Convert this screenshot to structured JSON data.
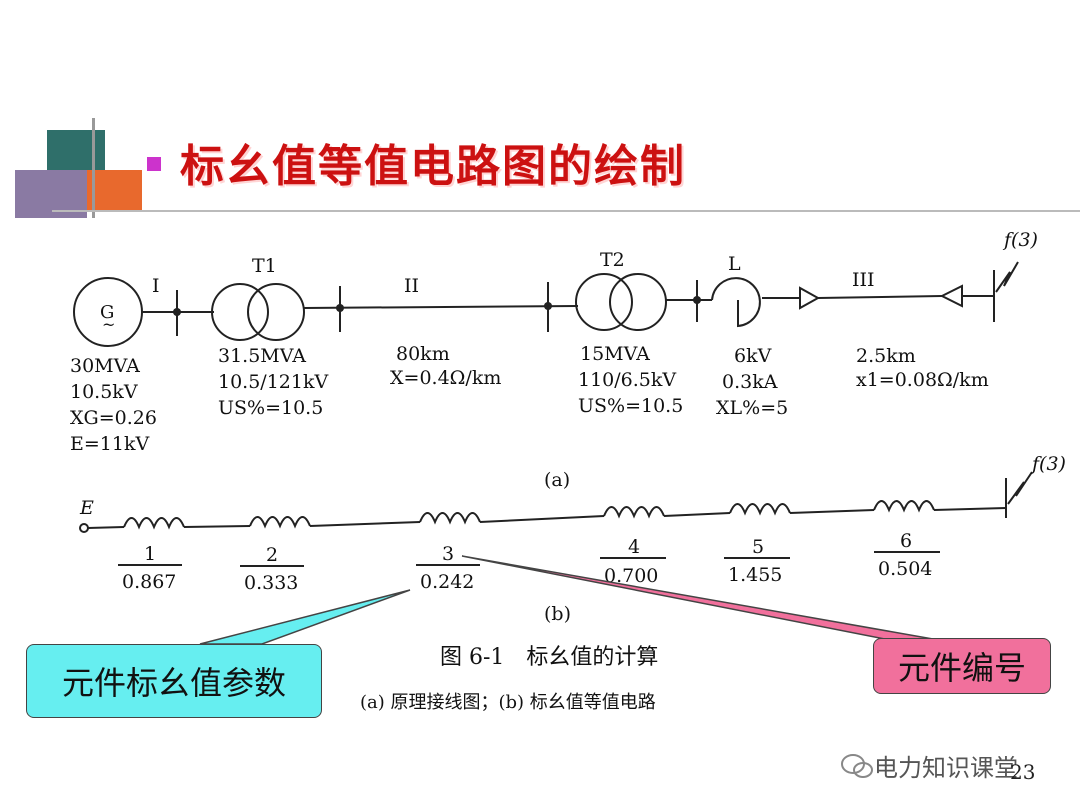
{
  "slide": {
    "title": "标幺值等值电路图的绘制",
    "page_number": "23"
  },
  "diagram_a": {
    "section_labels": [
      "I",
      "II",
      "III"
    ],
    "generator": {
      "symbol": "G",
      "specs": [
        "30MVA",
        "10.5kV",
        "XG=0.26",
        "E=11kV"
      ]
    },
    "t1": {
      "label": "T1",
      "specs": [
        "31.5MVA",
        "10.5/121kV",
        "US%=10.5"
      ]
    },
    "line1": {
      "specs": [
        "80km",
        "X=0.4Ω/km"
      ]
    },
    "t2": {
      "label": "T2",
      "specs": [
        "15MVA",
        "110/6.5kV",
        "US%=10.5"
      ]
    },
    "reactor": {
      "label": "L",
      "specs": [
        "6kV",
        "0.3kA",
        "XL%=5"
      ]
    },
    "cable": {
      "specs": [
        "2.5km",
        "x1=0.08Ω/km"
      ]
    },
    "fault": "f(3)",
    "caption": "(a)"
  },
  "diagram_b": {
    "source": "E",
    "elements": [
      {
        "num": "1",
        "value": "0.867"
      },
      {
        "num": "2",
        "value": "0.333"
      },
      {
        "num": "3",
        "value": "0.242"
      },
      {
        "num": "4",
        "value": "0.700"
      },
      {
        "num": "5",
        "value": "1.455"
      },
      {
        "num": "6",
        "value": "0.504"
      }
    ],
    "fault": "f(3)",
    "caption": "(b)"
  },
  "figure": {
    "title": "图 6-1　标幺值的计算",
    "subtitle": "(a) 原理接线图；(b) 标幺值等值电路"
  },
  "callouts": {
    "left": "元件标幺值参数",
    "right": "元件编号"
  },
  "watermark": "电力知识课堂",
  "colors": {
    "title": "#cc1111",
    "bullet": "#cc33cc",
    "callout_left": "#66eef0",
    "callout_right": "#f1709c"
  }
}
